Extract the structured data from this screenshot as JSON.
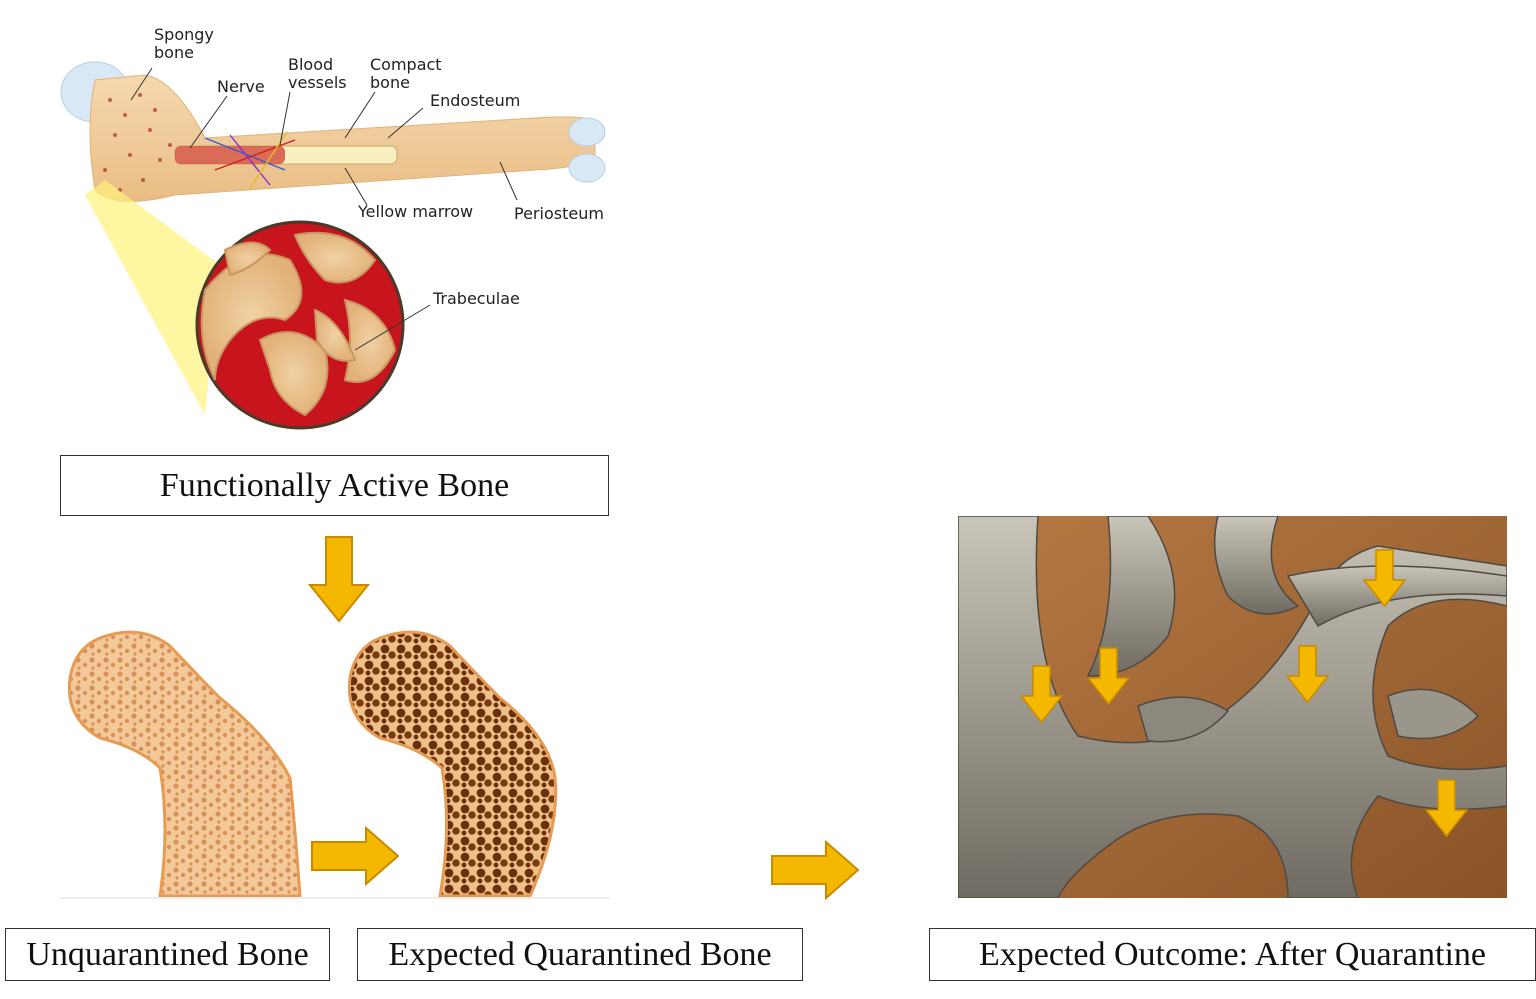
{
  "labels": {
    "functional": "Functionally Active Bone",
    "unquarantined": "Unquarantined Bone",
    "expected_quarantined": "Expected Quarantined Bone",
    "expected_outcome": "Expected Outcome: After Quarantine"
  },
  "anatomy": {
    "spongy_1": "Spongy",
    "spongy_2": "bone",
    "nerve": "Nerve",
    "blood_1": "Blood",
    "blood_2": "vessels",
    "compact_1": "Compact",
    "compact_2": "bone",
    "endosteum": "Endosteum",
    "yellow_marrow": "Yellow marrow",
    "periosteum": "Periosteum",
    "trabeculae": "Trabeculae"
  },
  "colors": {
    "arrow": "#f5b800",
    "arrow_outline": "#c98a00",
    "bone_light": "#f3c99a",
    "bone_outline": "#e79a52",
    "bone_dark": "#7a3b12",
    "marrow_red": "#c8141c",
    "sem_gray": "#8d8a80",
    "sem_brown": "#a86c3a"
  }
}
